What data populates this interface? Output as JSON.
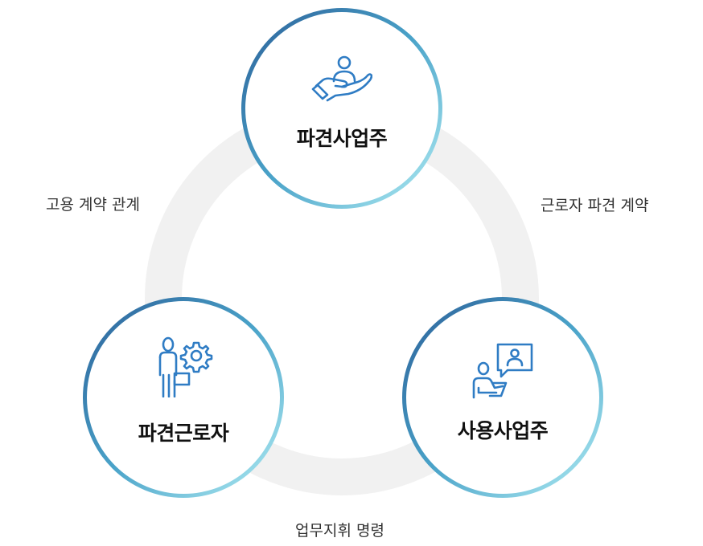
{
  "nodes": {
    "dispatcher": {
      "label": "파견사업주",
      "icon": "hand-holding-person-icon"
    },
    "worker": {
      "label": "파견근로자",
      "icon": "worker-with-gear-icon"
    },
    "user_company": {
      "label": "사용사업주",
      "icon": "person-with-chat-bubble-icon"
    }
  },
  "relations": {
    "employment": "고용 계약 관계",
    "dispatch_contract": "근로자 파견 계약",
    "work_direction": "업무지휘 명령"
  },
  "colors": {
    "ring_dark": "#2e6aa0",
    "ring_light": "#a9e8f0",
    "icon": "#2f7cc4",
    "background_ring": "#f1f1f1"
  }
}
